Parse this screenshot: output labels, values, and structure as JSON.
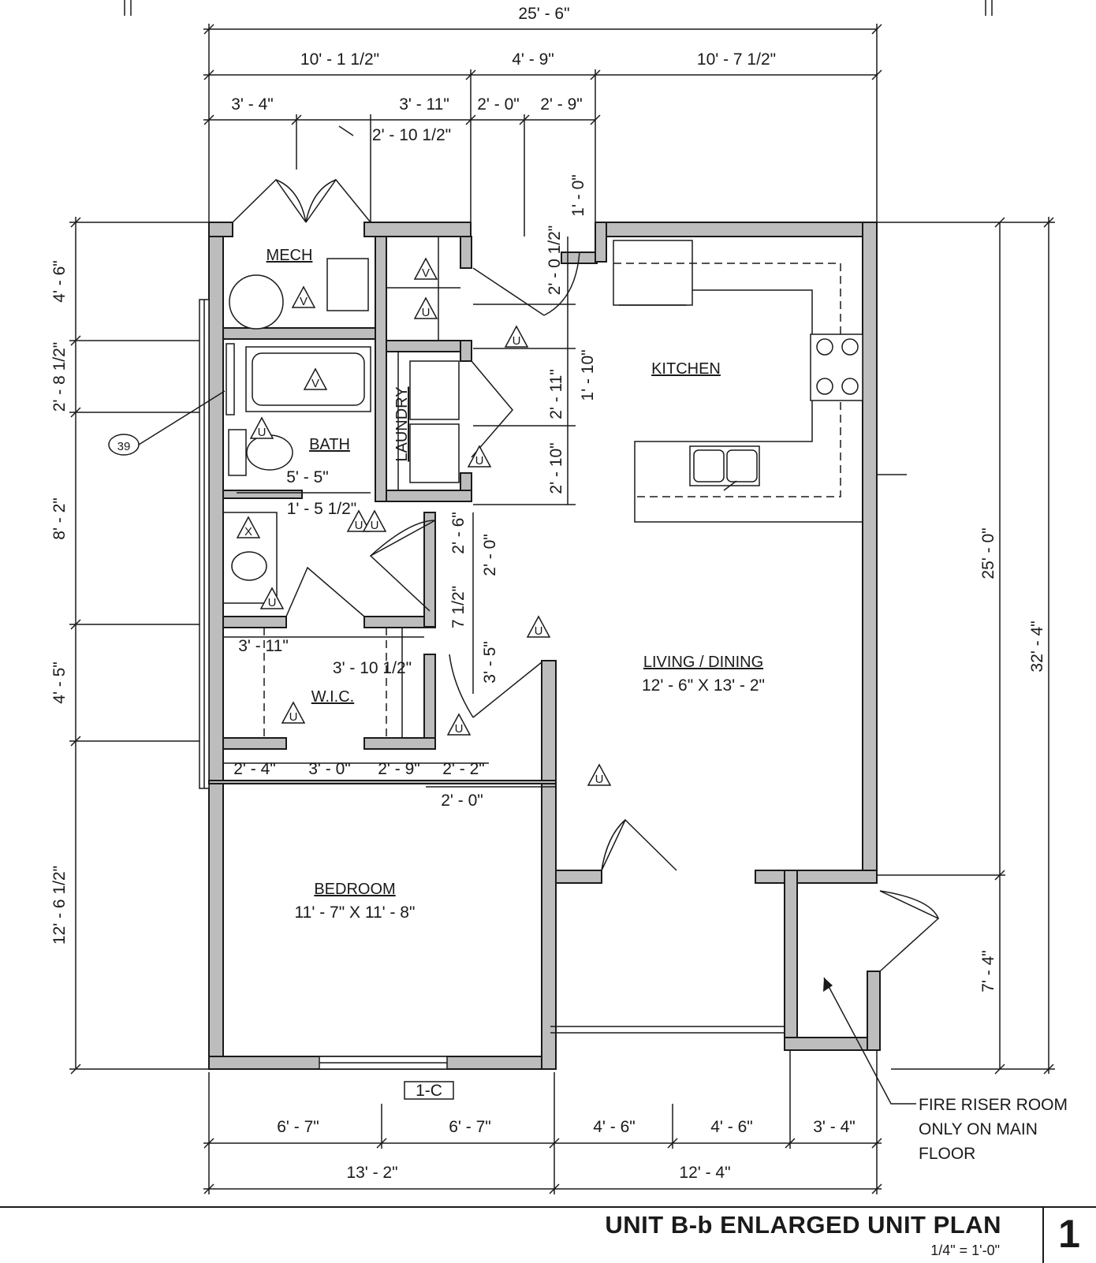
{
  "dimensions": {
    "overall_width": "25' - 6\"",
    "top_row": [
      "10' - 1 1/2\"",
      "4' - 9\"",
      "10' - 7 1/2\""
    ],
    "second_row": [
      "3' - 4\"",
      "3' - 11\"",
      "2' - 0\"",
      "2' - 9\""
    ],
    "mech_door": "2' - 10 1/2\"",
    "left_side": [
      "4' - 6\"",
      "2' - 8 1/2\"",
      "8' - 2\"",
      "4' - 5\"",
      "12' - 6 1/2\""
    ],
    "right_side": [
      "25' - 0\"",
      "32' - 4\"",
      "7' - 4\""
    ],
    "bottom_row": [
      "6' - 7\"",
      "6' - 7\"",
      "4' - 6\"",
      "4' - 6\"",
      "3' - 4\""
    ],
    "bottom_totals": [
      "13' - 2\"",
      "12' - 4\""
    ],
    "interior_vertical": [
      "1' - 0\"",
      "2' - 0 1/2\"",
      "1' - 10\"",
      "2' - 11\"",
      "2' - 10\"",
      "2' - 6\"",
      "2' - 0\"",
      "7 1/2\"",
      "3' - 5\""
    ],
    "interior_horizontal": [
      "5' - 5\"",
      "1' - 5 1/2\"",
      "3' - 11\"",
      "3' - 10 1/2\"",
      "2' - 4\"",
      "3' - 0\"",
      "2' - 9\"",
      "2' - 2\"",
      "2' - 0\""
    ]
  },
  "rooms": {
    "mech": "MECH",
    "bath": "BATH",
    "laundry": "LAUNDRY",
    "kitchen": "KITCHEN",
    "living": "LIVING / DINING",
    "living_size": "12' - 6\" X 13' - 2\"",
    "wic": "W.I.C.",
    "bedroom": "BEDROOM",
    "bedroom_size": "11' - 7\" X 11' - 8\""
  },
  "tags": {
    "detail_ref": "39",
    "window_ref": "1-C",
    "triangle_letters": [
      "V",
      "V",
      "U",
      "V",
      "U",
      "U",
      "X",
      "U",
      "U",
      "U",
      "U",
      "U",
      "U",
      "U",
      "U"
    ]
  },
  "note_lines": [
    "FIRE RISER ROOM",
    "ONLY ON MAIN",
    "FLOOR"
  ],
  "title_block": {
    "title": "UNIT B-b ENLARGED UNIT PLAN",
    "scale": "1/4\" = 1'-0\"",
    "sheet_number": "1"
  },
  "colors": {
    "wall_fill": "#bdbdbd",
    "line": "#1a1a1a",
    "background": "#ffffff"
  }
}
